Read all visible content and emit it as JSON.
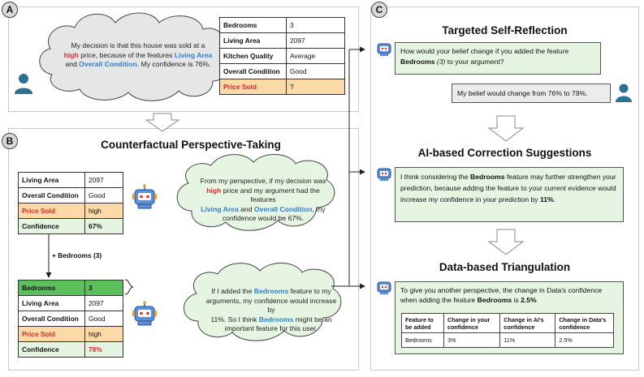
{
  "panel_a": {
    "letter": "A",
    "cloud": {
      "p1": "My decision is that this house was sold at a",
      "p2_hl": "high",
      "p2_rest": " price, because of the features ",
      "p2_blue": "Living Area",
      "p3_and": "and ",
      "p3_blue": "Overall Condition",
      "p3_rest": ". My confidence is 76%."
    },
    "table": [
      {
        "key": "Bedrooms",
        "value": "3"
      },
      {
        "key": "Living Area",
        "value": "2097"
      },
      {
        "key": "Kitchen Quality",
        "value": "Average"
      },
      {
        "key": "Overall Condition",
        "value": "Good"
      },
      {
        "key": "Price Sold",
        "value": "?"
      }
    ]
  },
  "panel_b": {
    "letter": "B",
    "title": "Counterfactual Perspective-Taking",
    "table1": [
      {
        "key": "Living Area",
        "value": "2097"
      },
      {
        "key": "Overall Condition",
        "value": "Good"
      },
      {
        "key": "Price Sold",
        "value": "high"
      },
      {
        "key": "Confidence",
        "value": "67%"
      }
    ],
    "arrow_label": "+ Bedrooms (3)",
    "table2": [
      {
        "key": "Bedrooms",
        "value": "3"
      },
      {
        "key": "Living Area",
        "value": "2097"
      },
      {
        "key": "Overall Condition",
        "value": "Good"
      },
      {
        "key": "Price Sold",
        "value": "high"
      },
      {
        "key": "Confidence",
        "value": "78%"
      }
    ],
    "cloud1": {
      "l1": "From my perspective, if my decision was",
      "l2_hl": "high",
      "l2_rest": " price and my argument had the features",
      "l3_blue1": "Living Area",
      "l3_and": " and ",
      "l3_blue2": "Overall Condition",
      "l3_rest": ", my",
      "l4": "confidence would be 67%."
    },
    "cloud2": {
      "l1_a": "If I added the ",
      "l1_blue": "Bedrooms",
      "l1_b": " feature to my",
      "l2": "arguments, my confidence would increase by",
      "l3_a": "11%. So I think ",
      "l3_blue": "Bedrooms",
      "l3_b": " might be an",
      "l4": "important feature for this user."
    }
  },
  "panel_c": {
    "letter": "C",
    "title1": "Targeted Self-Reflection",
    "q_l1": "How would your belief change if you added the feature",
    "q_bold": "Bedrooms",
    "q_ital": " (3)",
    "q_rest": " to your argument?",
    "answer": "My belief would change from 76% to 79%.",
    "title2": "AI-based Correction Suggestions",
    "sugg_a": "I think considering the ",
    "sugg_bold": "Bedrooms",
    "sugg_b": " feature may further strengthen your prediction, because adding the feature to your current evidence would increase my confidence in your prediction by ",
    "sugg_bold2": "11%",
    "sugg_c": ".",
    "title3": "Data-based Triangulation",
    "tri_a": "To give you another perspective, the change in Data's confidence when adding the feature ",
    "tri_bold": "Bedrooms",
    "tri_b": " is ",
    "tri_bold2": "2.5%",
    "tri_table": {
      "headers": [
        "Feature to be added",
        "Change in your confidence",
        "Change in AI's confidence",
        "Change in Data's confidence"
      ],
      "row": [
        "Bedrooms",
        "3%",
        "11%",
        "2.5%"
      ]
    }
  },
  "colors": {
    "accent_red": "#e0272a",
    "accent_blue": "#2c7fd8",
    "price_bg": "#fcd9a6",
    "confidence_bg": "#e6f5e2",
    "bedrooms_bg": "#5cbf5c",
    "user_icon": "#2f6e95"
  }
}
